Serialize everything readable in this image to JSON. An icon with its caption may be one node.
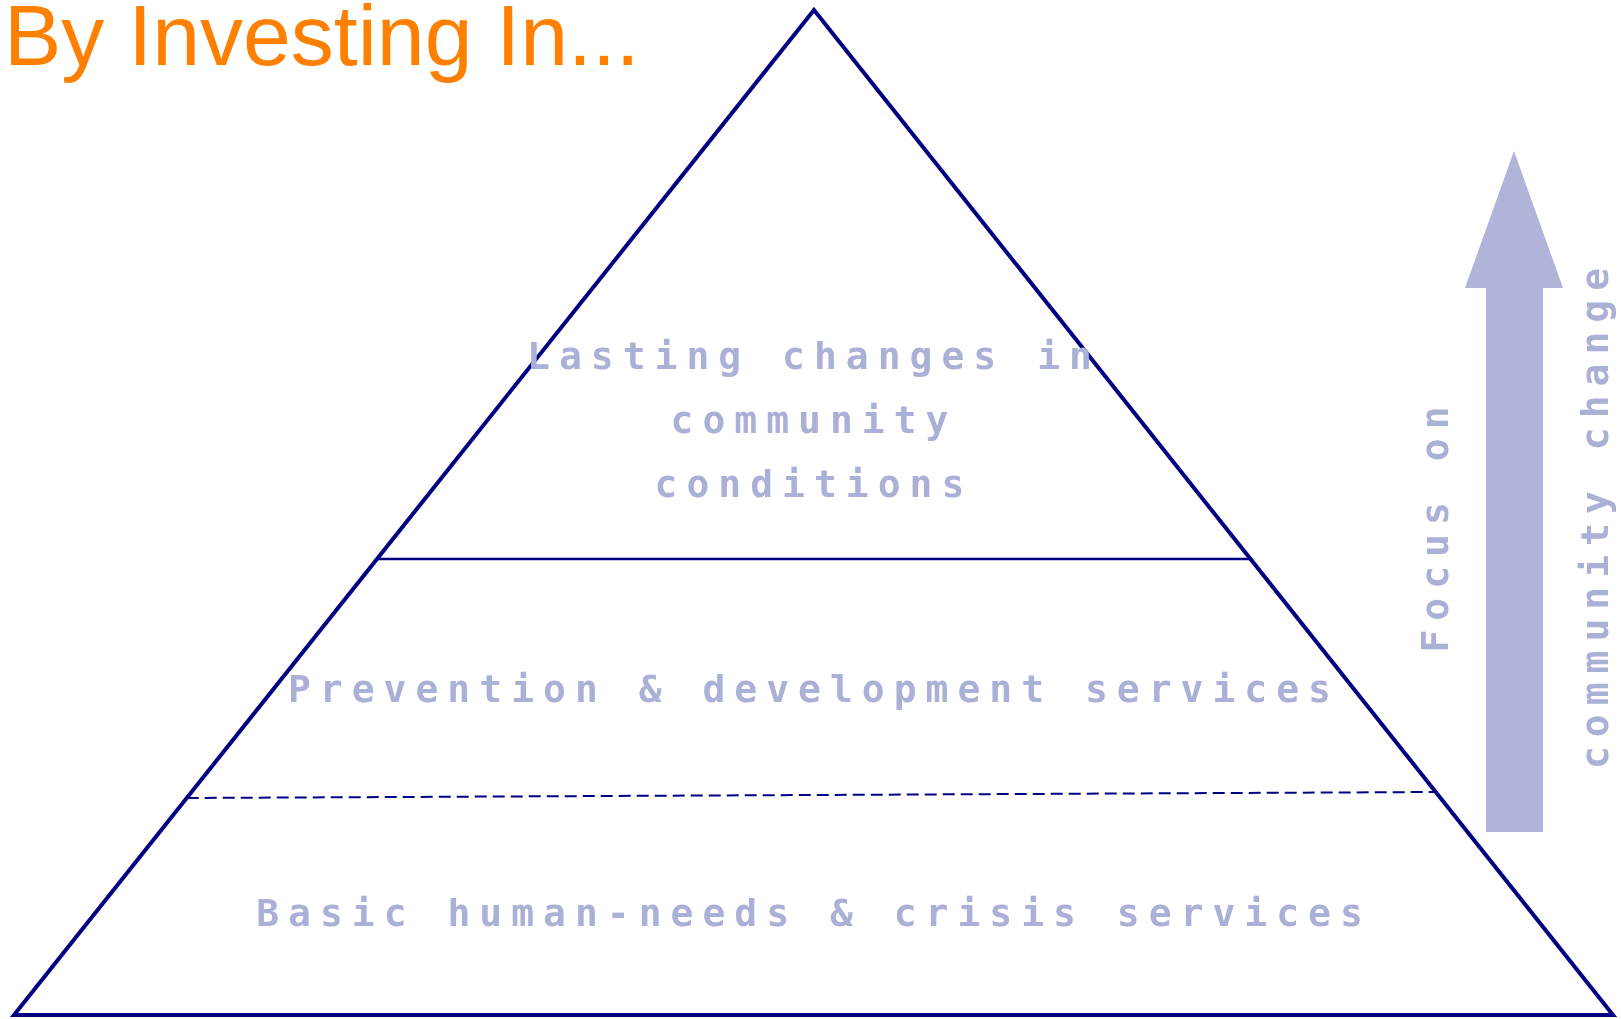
{
  "diagram": {
    "title": "By Investing In...",
    "nodes": [
      {
        "text": [
          "Lasting changes in community conditions"
        ]
      },
      {
        "text": [
          "Prevention & development services"
        ]
      },
      {
        "text": [
          "Basic human-needs & crisis services"
        ]
      }
    ],
    "labels": [
      "Focus on",
      "community change"
    ]
  }
}
